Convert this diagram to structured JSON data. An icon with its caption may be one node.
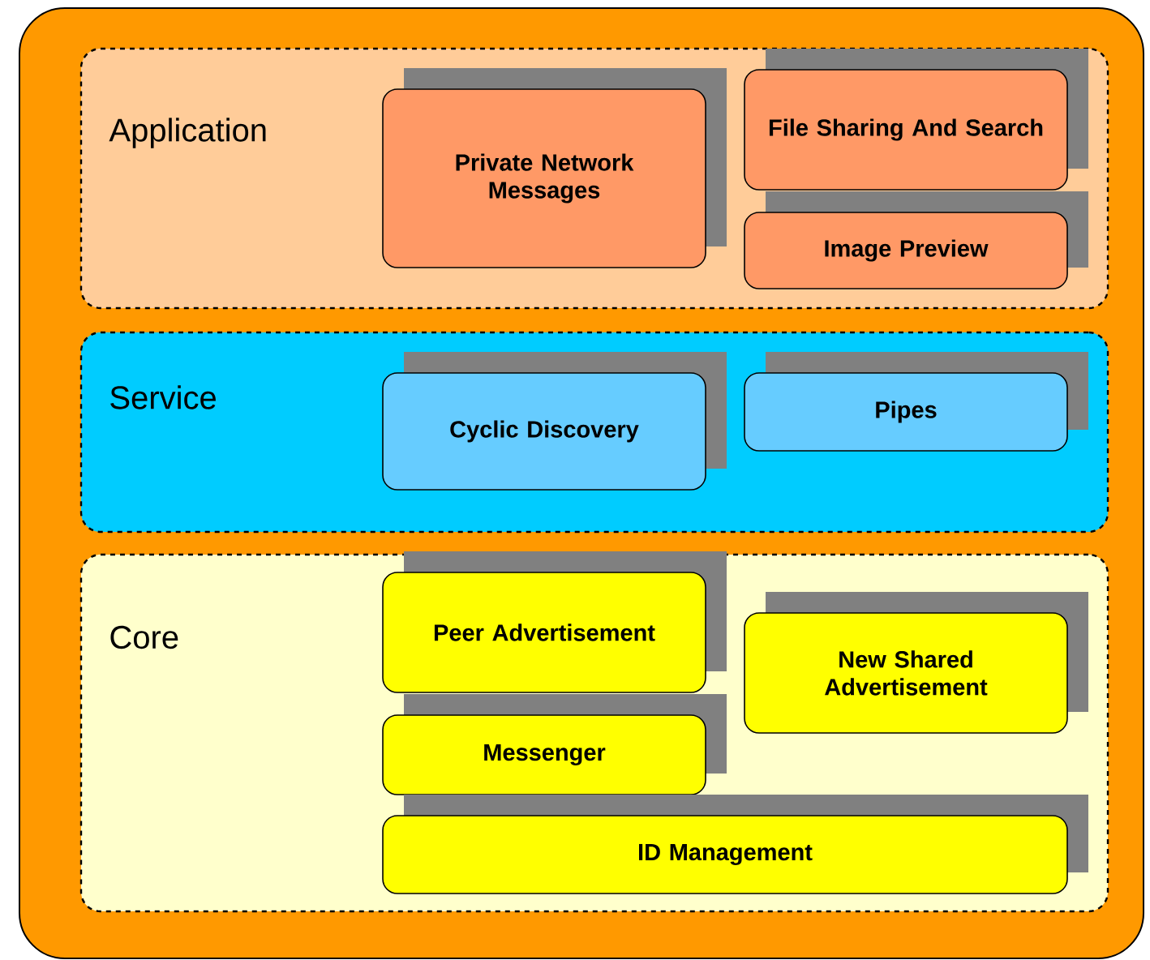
{
  "diagram": {
    "nodes": [
      {
        "text": [
          "Application"
        ]
      },
      {
        "text": [
          "Private Network Messages"
        ],
        "in": 0
      },
      {
        "text": [
          "File Sharing And Search"
        ],
        "in": 0
      },
      {
        "text": [
          "Image Preview"
        ],
        "in": 0
      },
      {
        "text": [
          "Service"
        ]
      },
      {
        "text": [
          "Cyclic Discovery"
        ],
        "in": 4
      },
      {
        "text": [
          "Pipes"
        ],
        "in": 4
      },
      {
        "text": [
          "Core"
        ]
      },
      {
        "text": [
          "Peer Advertisement"
        ],
        "in": 7
      },
      {
        "text": [
          "New Shared Advertisement"
        ],
        "in": 7
      },
      {
        "text": [
          "Messenger"
        ],
        "in": 7
      },
      {
        "text": [
          "ID Management"
        ],
        "in": 7
      }
    ]
  }
}
